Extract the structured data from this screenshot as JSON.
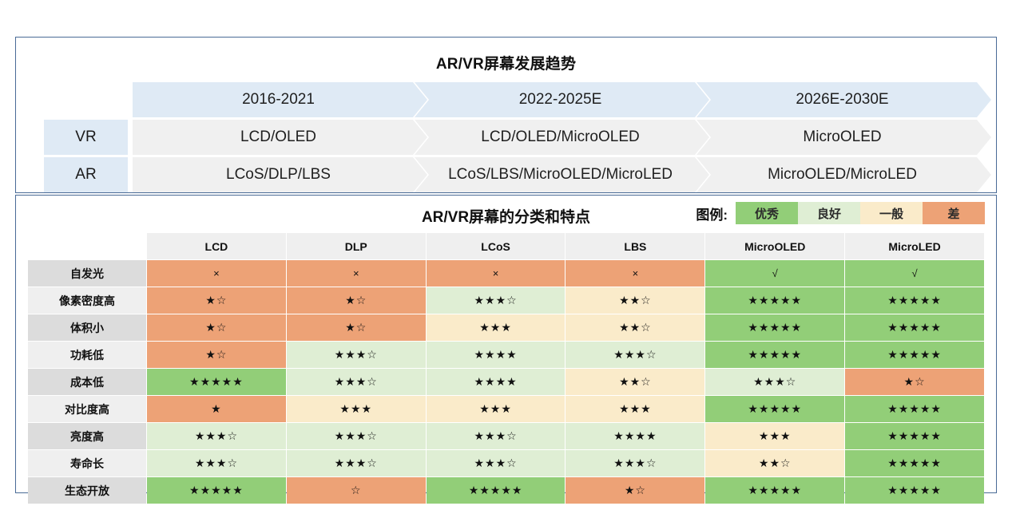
{
  "trend": {
    "title": "AR/VR屏幕发展趋势",
    "periods": [
      "2016-2021",
      "2022-2025E",
      "2026E-2030E"
    ],
    "rows": [
      {
        "label": "VR",
        "values": [
          "LCD/OLED",
          "LCD/OLED/MicroOLED",
          "MicroOLED"
        ]
      },
      {
        "label": "AR",
        "values": [
          "LCoS/DLP/LBS",
          "LCoS/LBS/MicroOLED/MicroLED",
          "MicroOLED/MicroLED"
        ]
      }
    ]
  },
  "matrix": {
    "title": "AR/VR屏幕的分类和特点",
    "legend_label": "图例:",
    "legend": [
      {
        "text": "优秀",
        "color": "#92ce78"
      },
      {
        "text": "良好",
        "color": "#dfeed4"
      },
      {
        "text": "一般",
        "color": "#faebca"
      },
      {
        "text": "差",
        "color": "#eda276"
      }
    ],
    "columns": [
      "LCD",
      "DLP",
      "LCoS",
      "LBS",
      "MicroOLED",
      "MicroLED"
    ],
    "rows": [
      {
        "label": "自发光",
        "cells": [
          {
            "text": "×",
            "rating": "poor"
          },
          {
            "text": "×",
            "rating": "poor"
          },
          {
            "text": "×",
            "rating": "poor"
          },
          {
            "text": "×",
            "rating": "poor"
          },
          {
            "text": "√",
            "rating": "excellent"
          },
          {
            "text": "√",
            "rating": "excellent"
          }
        ]
      },
      {
        "label": "像素密度高",
        "cells": [
          {
            "text": "★☆",
            "rating": "poor"
          },
          {
            "text": "★☆",
            "rating": "poor"
          },
          {
            "text": "★★★☆",
            "rating": "good"
          },
          {
            "text": "★★☆",
            "rating": "fair"
          },
          {
            "text": "★★★★★",
            "rating": "excellent"
          },
          {
            "text": "★★★★★",
            "rating": "excellent"
          }
        ]
      },
      {
        "label": "体积小",
        "cells": [
          {
            "text": "★☆",
            "rating": "poor"
          },
          {
            "text": "★☆",
            "rating": "poor"
          },
          {
            "text": "★★★",
            "rating": "fair"
          },
          {
            "text": "★★☆",
            "rating": "fair"
          },
          {
            "text": "★★★★★",
            "rating": "excellent"
          },
          {
            "text": "★★★★★",
            "rating": "excellent"
          }
        ]
      },
      {
        "label": "功耗低",
        "cells": [
          {
            "text": "★☆",
            "rating": "poor"
          },
          {
            "text": "★★★☆",
            "rating": "good"
          },
          {
            "text": "★★★★",
            "rating": "good"
          },
          {
            "text": "★★★☆",
            "rating": "good"
          },
          {
            "text": "★★★★★",
            "rating": "excellent"
          },
          {
            "text": "★★★★★",
            "rating": "excellent"
          }
        ]
      },
      {
        "label": "成本低",
        "cells": [
          {
            "text": "★★★★★",
            "rating": "excellent"
          },
          {
            "text": "★★★☆",
            "rating": "good"
          },
          {
            "text": "★★★★",
            "rating": "good"
          },
          {
            "text": "★★☆",
            "rating": "fair"
          },
          {
            "text": "★★★☆",
            "rating": "good"
          },
          {
            "text": "★☆",
            "rating": "poor"
          }
        ]
      },
      {
        "label": "对比度高",
        "cells": [
          {
            "text": "★",
            "rating": "poor"
          },
          {
            "text": "★★★",
            "rating": "fair"
          },
          {
            "text": "★★★",
            "rating": "fair"
          },
          {
            "text": "★★★",
            "rating": "fair"
          },
          {
            "text": "★★★★★",
            "rating": "excellent"
          },
          {
            "text": "★★★★★",
            "rating": "excellent"
          }
        ]
      },
      {
        "label": "亮度高",
        "cells": [
          {
            "text": "★★★☆",
            "rating": "good"
          },
          {
            "text": "★★★☆",
            "rating": "good"
          },
          {
            "text": "★★★☆",
            "rating": "good"
          },
          {
            "text": "★★★★",
            "rating": "good"
          },
          {
            "text": "★★★",
            "rating": "fair"
          },
          {
            "text": "★★★★★",
            "rating": "excellent"
          }
        ]
      },
      {
        "label": "寿命长",
        "cells": [
          {
            "text": "★★★☆",
            "rating": "good"
          },
          {
            "text": "★★★☆",
            "rating": "good"
          },
          {
            "text": "★★★☆",
            "rating": "good"
          },
          {
            "text": "★★★☆",
            "rating": "good"
          },
          {
            "text": "★★☆",
            "rating": "fair"
          },
          {
            "text": "★★★★★",
            "rating": "excellent"
          }
        ]
      },
      {
        "label": "生态开放",
        "cells": [
          {
            "text": "★★★★★",
            "rating": "excellent"
          },
          {
            "text": "☆",
            "rating": "poor"
          },
          {
            "text": "★★★★★",
            "rating": "excellent"
          },
          {
            "text": "★☆",
            "rating": "poor"
          },
          {
            "text": "★★★★★",
            "rating": "excellent"
          },
          {
            "text": "★★★★★",
            "rating": "excellent"
          }
        ]
      }
    ]
  }
}
